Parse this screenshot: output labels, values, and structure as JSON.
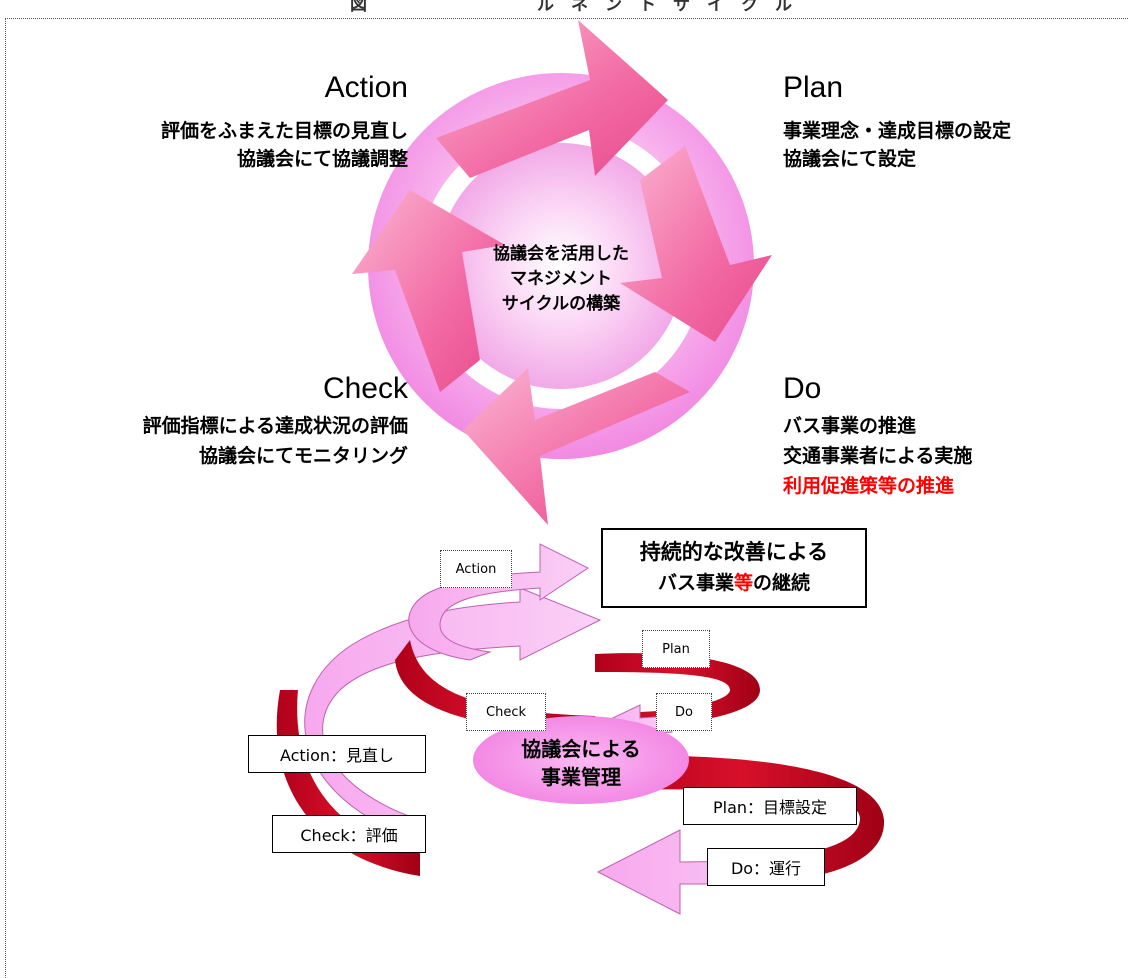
{
  "header_fragment": "図　　　　　　　　　　ル　ネ　ン　ト　サ　イ　ク　ル",
  "cycle": {
    "center": [
      "協議会を活用した",
      "マネジメント",
      "サイクルの構築"
    ],
    "action": {
      "title": "Action",
      "lines": [
        "評価をふまえた目標の見直し",
        "協議会にて協議調整"
      ]
    },
    "plan": {
      "title": "Plan",
      "lines": [
        "事業理念・達成目標の設定",
        "協議会にて設定"
      ]
    },
    "check": {
      "title": "Check",
      "lines": [
        "評価指標による達成状況の評価",
        "協議会にてモニタリング"
      ]
    },
    "do": {
      "title": "Do",
      "lines": [
        "バス事業の推進",
        "交通事業者による実施"
      ],
      "highlight": "利用促進策等の推進"
    }
  },
  "spiral": {
    "result_line1": "持続的な改善による",
    "result_line2_a": "バス事業",
    "result_line2_b": "等",
    "result_line2_c": "の継続",
    "small": {
      "action": "Action",
      "plan": "Plan",
      "check": "Check",
      "do": "Do"
    },
    "large": {
      "action": "Action：見直し",
      "plan": "Plan：目標設定",
      "check": "Check：評価",
      "do": "Do：運行"
    },
    "council_line1": "協議会による",
    "council_line2": "事業管理"
  },
  "colors": {
    "pink": "#f58fe4",
    "pink_light": "#fbd0f4",
    "arrow_pink": "#f2659f",
    "ribbon_red": "#c8001a",
    "highlight_red": "#ff0000"
  }
}
